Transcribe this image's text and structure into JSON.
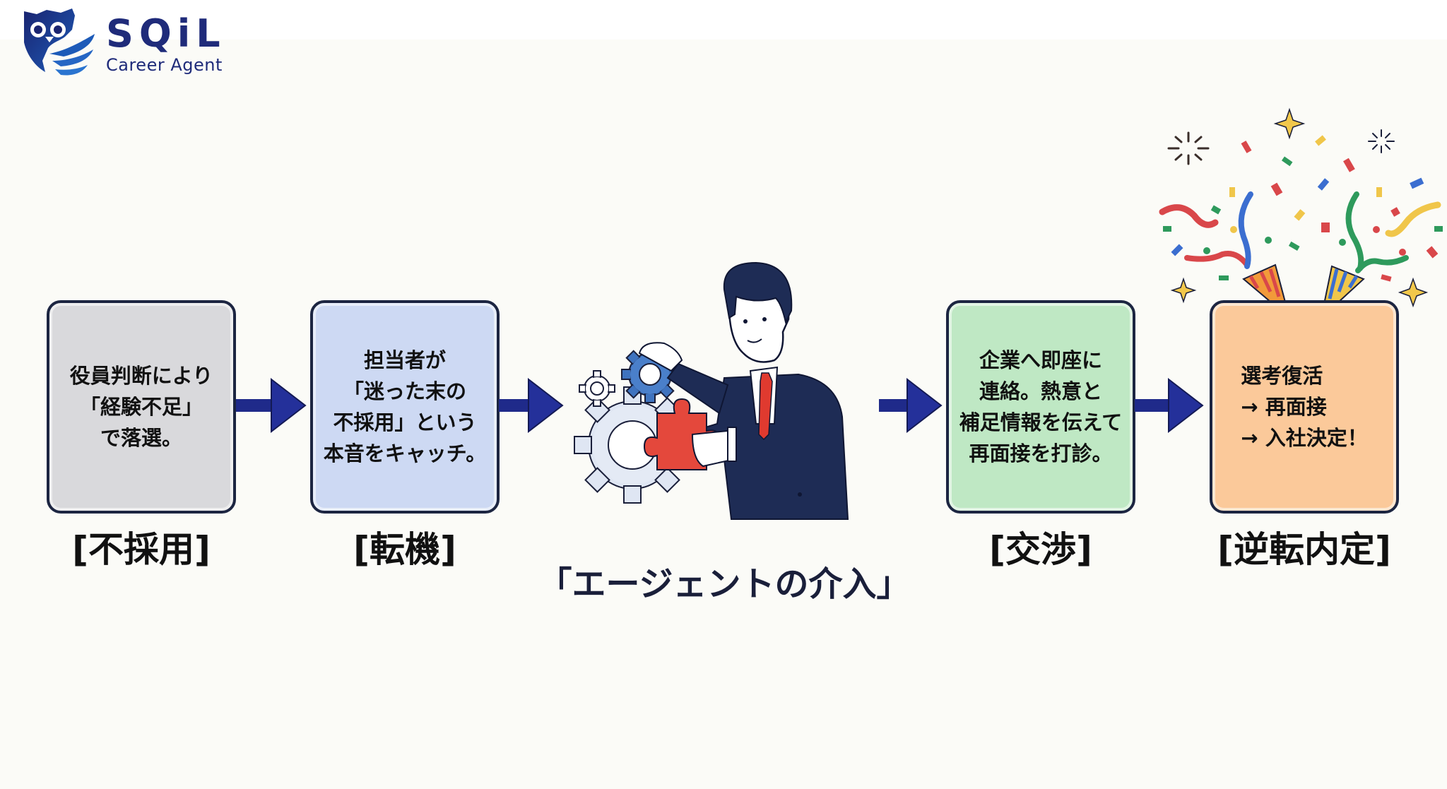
{
  "logo": {
    "name": "SQiL",
    "subtitle": "Career Agent",
    "icon": "owl-logo-icon",
    "brand_color": "#1f2b7a"
  },
  "steps": [
    {
      "label": "[不採用]",
      "text": "役員判断により\n「経験不足」\nで落選。",
      "fill": "#d9d9dc"
    },
    {
      "label": "[転機]",
      "text": "担当者が\n「迷った末の\n不採用」という\n本音をキャッチ。",
      "fill": "#cdd9f3"
    },
    {
      "label": "[交渉]",
      "text": "企業へ即座に\n連絡。熱意と\n補足情報を伝えて\n再面接を打診。",
      "fill": "#bfe8c4"
    },
    {
      "label": "[逆転内定]",
      "text": "選考復活\n→ 再面接\n→ 入社決定！",
      "fill": "#fbc99a"
    }
  ],
  "center": {
    "caption": "「エージェントの介入」",
    "icon": "businessman-with-gears-and-puzzle-icon"
  },
  "decorations": {
    "celebration": "party-popper-confetti-icon",
    "arrow": "right-arrow-icon"
  },
  "colors": {
    "arrow": "#1f2a8a",
    "border": "#1c2541",
    "background": "#fbfbf7",
    "tie": "#e03a2f",
    "suit": "#1e2c55"
  }
}
